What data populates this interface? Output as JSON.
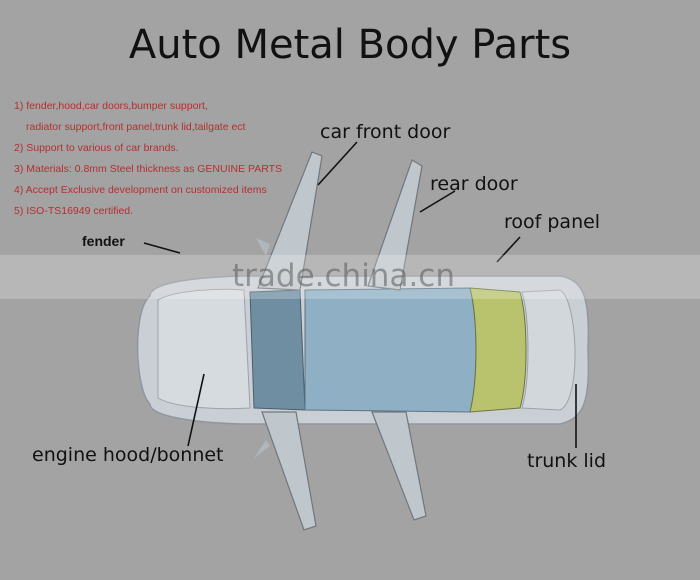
{
  "title": "Auto Metal Body Parts",
  "notes": [
    "1) fender,hood,car doors,bumper support,",
    "radiator support,front panel,trunk lid,tailgate ect",
    "2) Support to various of car brands.",
    "3) Materials: 0.8mm Steel thickness as GENUINE PARTS",
    "4) Accept Exclusive development on customized items",
    "5)  ISO-TS16949 certified."
  ],
  "labels": {
    "fender": "fender",
    "front_door": "car front door",
    "rear_door": "rear door",
    "roof_panel": "roof panel",
    "hood": "engine hood/bonnet",
    "trunk_lid": "trunk lid"
  },
  "watermark": "trade.china.cn",
  "colors": {
    "background": "#a3a3a3",
    "notes_text": "#b23030",
    "car_body": "#c9cfd4",
    "glass": "#7f9cb0"
  }
}
